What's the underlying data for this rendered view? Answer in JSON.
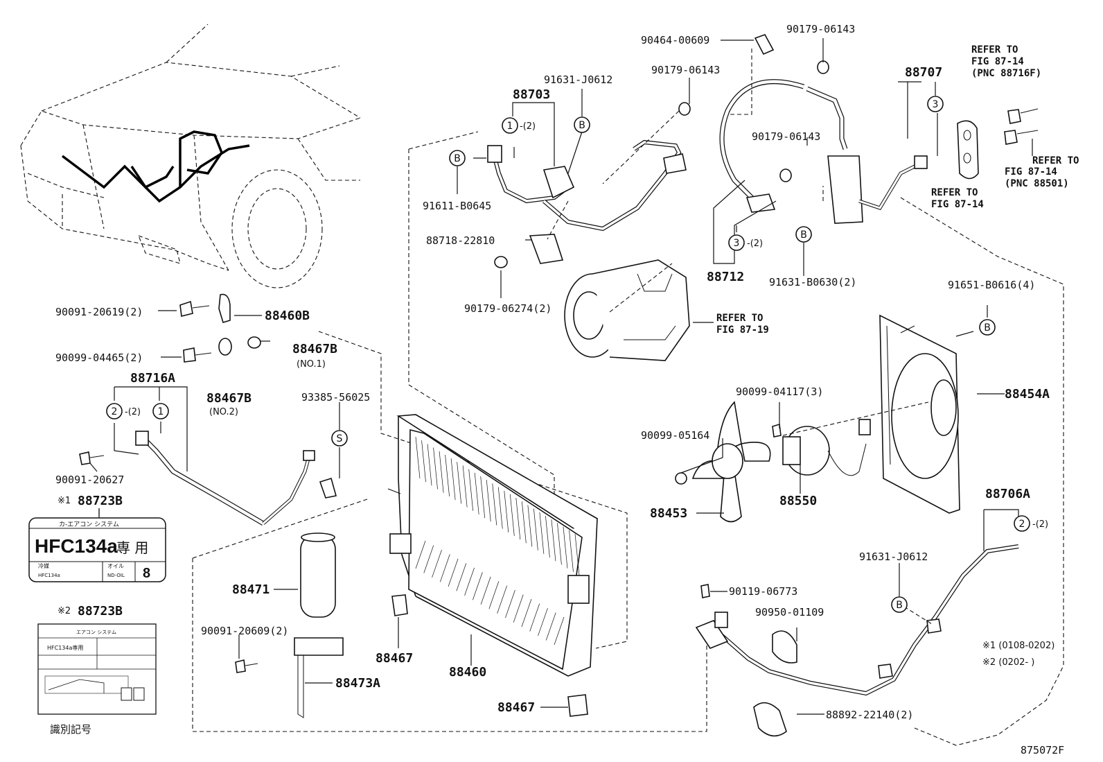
{
  "figure_id": "875072F",
  "part_numbers": {
    "p90464_00609": "90464-00609",
    "p90179_06143_a": "90179-06143",
    "p90179_06143_b": "90179-06143",
    "p90179_06143_c": "90179-06143",
    "p88707": "88707",
    "p91631_J0612_a": "91631-J0612",
    "p88703": "88703",
    "p91611_B0645": "91611-B0645",
    "p88718_22810": "88718-22810",
    "p90179_06274": "90179-06274(2)",
    "p88712": "88712",
    "p91631_B0630": "91631-B0630(2)",
    "p91651_B0616": "91651-B0616(4)",
    "p90091_20619": "90091-20619(2)",
    "p88460B": "88460B",
    "p90099_04465": "90099-04465(2)",
    "p88467B_1": "88467B",
    "p88467B_1_note": "(NO.1)",
    "p88716A": "88716A",
    "p88467B_2": "88467B",
    "p88467B_2_note": "(NO.2)",
    "p93385_56025": "93385-56025",
    "p90091_20627": "90091-20627",
    "p88723B_1": "88723B",
    "p88723B_2": "88723B",
    "p90099_04117": "90099-04117(3)",
    "p88454A": "88454A",
    "p90099_05164": "90099-05164",
    "p88550": "88550",
    "p88453": "88453",
    "p88706A": "88706A",
    "p91631_J0612_b": "91631-J0612",
    "p90119_06773": "90119-06773",
    "p90950_01109": "90950-01109",
    "p88471": "88471",
    "p90091_20609": "90091-20609(2)",
    "p88467_a": "88467",
    "p88460": "88460",
    "p88473A": "88473A",
    "p88467_b": "88467",
    "p88892_22140": "88892-22140(2)"
  },
  "references": {
    "ref_87_14_a_l1": "REFER TO",
    "ref_87_14_a_l2": "FIG 87-14",
    "ref_87_14_a_l3": "(PNC 88716F)",
    "ref_87_14_b_l1": "REFER TO",
    "ref_87_14_b_l2": "FIG 87-14",
    "ref_87_14_b_l3": "(PNC 88501)",
    "ref_87_14_c_l1": "REFER TO",
    "ref_87_14_c_l2": "FIG 87-14",
    "ref_87_19_l1": "REFER TO",
    "ref_87_19_l2": "FIG 87-19"
  },
  "callouts": {
    "c1": "1",
    "c2": "2",
    "c3": "3",
    "cB": "B",
    "cS": "S",
    "qty2": "-(2)"
  },
  "notes": {
    "star1_mark": "※1",
    "star2_mark": "※2",
    "star1_range": "※1 (0108-0202)",
    "star2_range": "※2 (0202-     )",
    "id_mark": "識別記号"
  },
  "label_1": {
    "header": "カ-エアコン システム",
    "main": "HFC134a",
    "kanji": "専 用",
    "row1_left": "冷媒",
    "row1_sub": "HFC134a",
    "row1_mid": "オイル",
    "row1_mid_sub": "ND-OIL",
    "row1_right": "8"
  },
  "label_2": {
    "header": "エアコン システム",
    "main": "HFC134a専用"
  }
}
